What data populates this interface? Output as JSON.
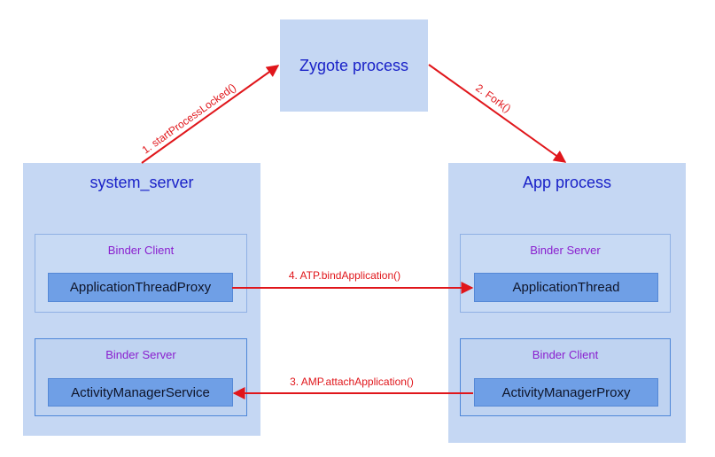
{
  "zygote": {
    "title": "Zygote process"
  },
  "system_server": {
    "title": "system_server",
    "client_group": {
      "label": "Binder Client",
      "class_name": "ApplicationThreadProxy"
    },
    "server_group": {
      "label": "Binder Server",
      "class_name": "ActivityManagerService"
    }
  },
  "app_process": {
    "title": "App process",
    "server_group": {
      "label": "Binder Server",
      "class_name": "ApplicationThread"
    },
    "client_group": {
      "label": "Binder Client",
      "class_name": "ActivityManagerProxy"
    }
  },
  "arrows": {
    "step1": "1. startProcessLocked()",
    "step2": "2. Fork()",
    "step3": "3. AMP.attachApplication()",
    "step4": "4. ATP.bindApplication()"
  },
  "colors": {
    "arrow": "#e0161b",
    "title": "#1a22c8",
    "group_label": "#8a1fcf"
  }
}
